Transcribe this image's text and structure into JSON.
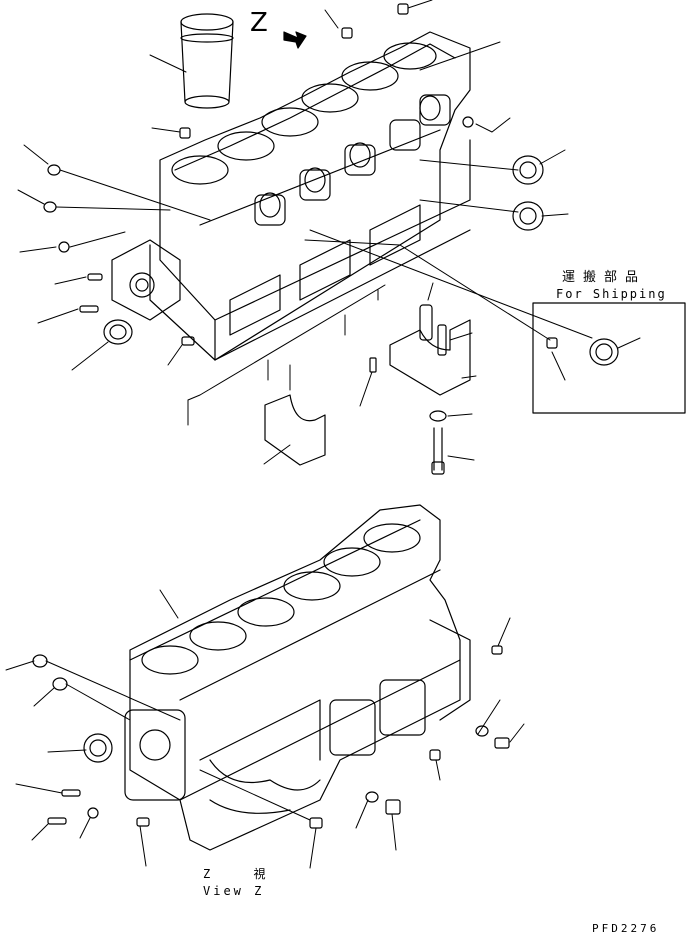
{
  "view_arrow_label": "Z",
  "shipping_box": {
    "label_jp": "運搬部品",
    "label_en": "For Shipping"
  },
  "bottom_view": {
    "label_jp": "Z 視",
    "label_en": "View Z"
  },
  "drawing_code": "PFD2276",
  "colors": {
    "line": "#000000",
    "background": "#ffffff"
  }
}
